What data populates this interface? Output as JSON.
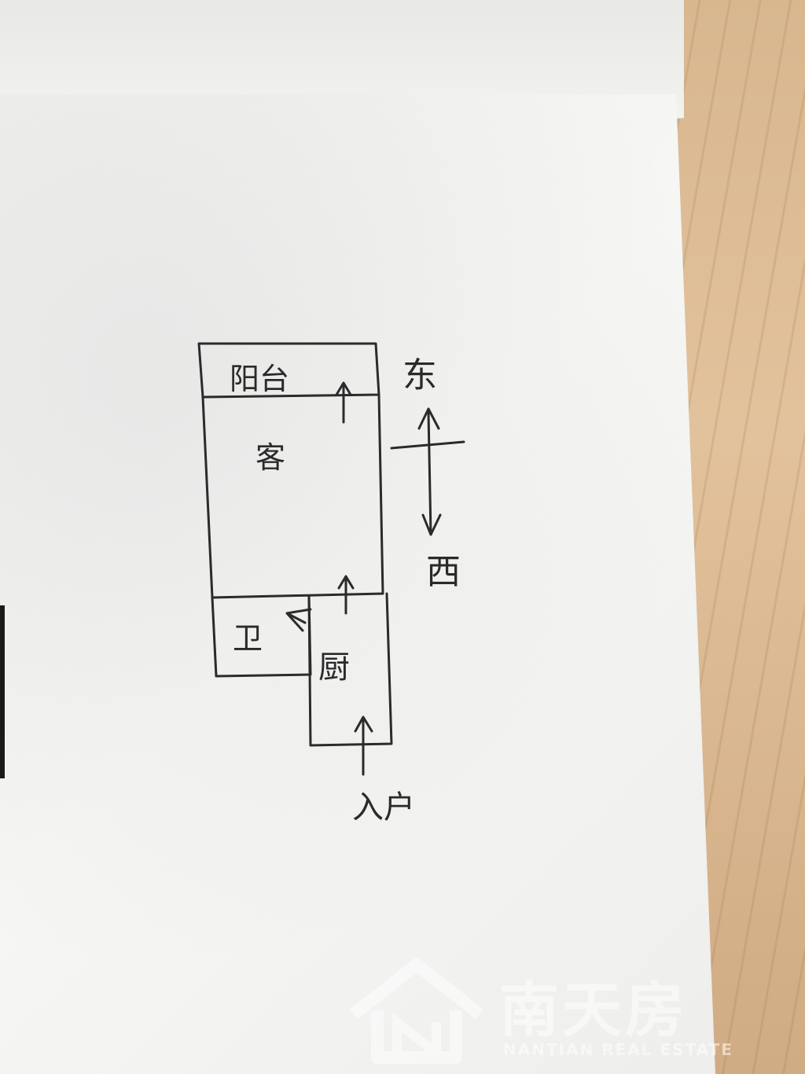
{
  "floorplan": {
    "rooms": {
      "balcony": "阳台",
      "living": "客",
      "bathroom": "卫",
      "kitchen": "厨"
    },
    "entrance": "入户",
    "compass": {
      "east": "东",
      "west": "西"
    }
  },
  "watermark": {
    "name": "南天房",
    "subtitle": "NANTIAN REAL ESTATE"
  }
}
